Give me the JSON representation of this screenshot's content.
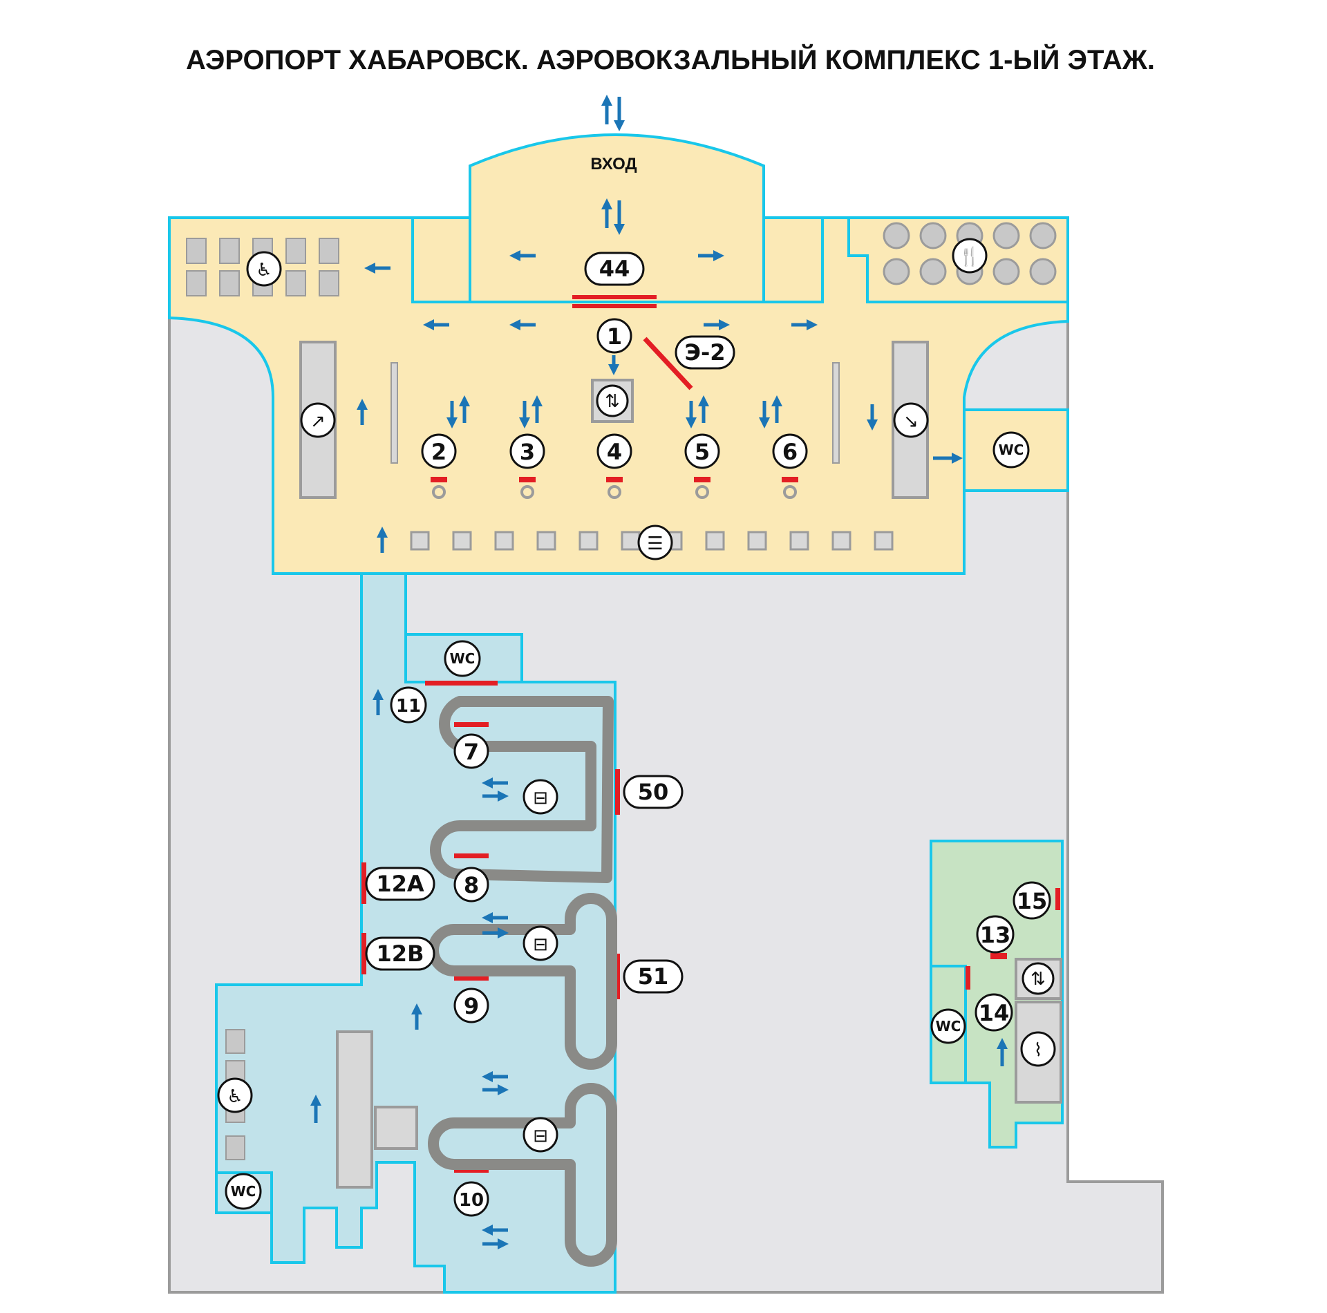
{
  "title": "АЭРОПОРТ ХАБАРОВСК. АЭРОВОКЗАЛЬНЫЙ КОМПЛЕКС 1-ЫЙ ЭТАЖ.",
  "entrance_label": "ВХОД",
  "colors": {
    "departures_zone": "#fbe9b6",
    "arrivals_zone": "#c1e2ea",
    "green_zone": "#c7e3c3",
    "background_zone": "#e5e5e8",
    "zone_border": "#19c7ea",
    "outer_border": "#9b9b9b",
    "door_mark": "#e31e24",
    "arrow": "#1b75b6",
    "belt": "#8a8a87"
  },
  "markers": {
    "m1": "1",
    "m2": "2",
    "m3": "3",
    "m4": "4",
    "m5": "5",
    "m6": "6",
    "m7": "7",
    "m8": "8",
    "m9": "9",
    "m10": "10",
    "m11": "11",
    "m12a": "12А",
    "m12b": "12В",
    "m13": "13",
    "m14": "14",
    "m15": "15",
    "m44": "44",
    "m50": "50",
    "m51": "51",
    "me2": "Э-2"
  },
  "wc_label": "WC",
  "icons": {
    "waiting": "waiting-seat-icon",
    "restaurant": "restaurant-icon",
    "escalator_up": "escalator-up-icon",
    "escalator_down": "escalator-down-icon",
    "elevator": "elevator-icon",
    "check_in": "check-in-icon",
    "baggage": "baggage-icon",
    "stairs": "stairs-icon",
    "wc": "wc-icon"
  }
}
